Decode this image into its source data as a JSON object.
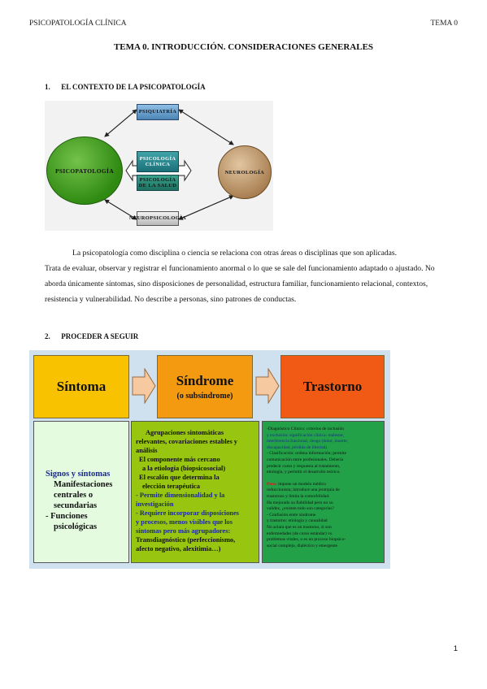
{
  "header": {
    "left": "PSICOPATOLOGÍA CLÍNICA",
    "right": "TEMA 0"
  },
  "title": "TEMA 0. INTRODUCCIÓN. CONSIDERACIONES GENERALES",
  "section1": {
    "number": "1.",
    "title": "EL CONTEXTO DE LA PSICOPATOLOGÍA"
  },
  "diagram1": {
    "psiquiatria": "PSIQUIATRÍA",
    "psicologia_clinica": "PSICOLOGÍA CLÍNICA",
    "psicologia_salud": "PSICOLOGÍA DE LA SALUD",
    "neuropsicologia": "NEUROPSICOLOGÍA",
    "psicopatologia": "PSICOPATOLOGÍA",
    "neurologia": "NEUROLOGÍA"
  },
  "paragraph": {
    "line1": "La psicopatología como disciplina o ciencia se relaciona con otras áreas o disciplinas que son aplicadas.",
    "rest": "Trata de evaluar, observar y registrar el funcionamiento anormal o lo que se sale del funcionamiento adaptado o ajustado. No aborda únicamente síntomas, sino disposiciones de personalidad, estructura familiar, funcionamiento relacional, contextos, resistencia y vulnerabilidad. No describe a personas, sino patrones de conductas."
  },
  "section2": {
    "number": "2.",
    "title": "PROCEDER A SEGUIR"
  },
  "diagram2": {
    "box1": "Síntoma",
    "box2_main": "Síndrome",
    "box2_sub": "(o subsíndrome)",
    "box3": "Trastorno",
    "col1": {
      "line1": "Signos y síntomas",
      "line2": "Manifestaciones",
      "line3": "centrales o",
      "line4": "secundarias",
      "line5": "- Funciones",
      "line6": "psicológicas"
    },
    "col2": {
      "l1": "Agrupaciones sintomáticas",
      "l2": "relevantes, covariaciones estables y",
      "l3": "análisis",
      "l4": "El componente más cercano",
      "l5": "a la etiología (biopsicosocial)",
      "l6": "El escalón que determina la",
      "l7": "elección terapéutica",
      "l8": "- Permite dimensionalidad y la",
      "l9": "investigación",
      "l10": "- Requiere incorporar disposiciones",
      "l11": "y procesos, menos visibles que los",
      "l12": "síntomas pero más agrupadores:",
      "l13": "Transdiagnóstico (perfeccionismo,",
      "l14": "afecto negativo, alexitimia…)"
    },
    "col3": {
      "l1": "-Diagnóstico Clínico: criterios de inclusión",
      "l2": "y exclusión: significación clínica: malestar,",
      "l3": "interferencia funcional, riesgo (dolor, muerte,",
      "l4": "discapacidad, pérdida de libertad)",
      "l5": "- Clasificación: ordena información; permite",
      "l6": "comunicación entre profesionales. Debería",
      "l7": "predecir curso y respuesta al tratamiento,",
      "l8": "etiología, y permitir el desarrollo teórico.",
      "l9_red": "Pero:",
      "l9_rest": " impone un modelo médico",
      "l10": "reduccionista; introduce una jerarquía de",
      "l11": "trastornos y limita la comorbilidad.",
      "l12": "Ha mejorado su fiabilidad pero no su",
      "l13": "validez, ¿existen todo son categorías?",
      "l14": "- Confusión entre síndrome",
      "l15": "y trastorno: etiología y causalidad",
      "l16": "No aclara que es un trastorno, si son",
      "l17": "enfermedades (de curso estándar) vs.",
      "l18": "problemas vitales, o es un proceso biopsico-",
      "l19": "social complejo, dialéctico y emergente"
    }
  },
  "page_number": "1",
  "colors": {
    "box_yellow": "#f9c200",
    "box_orange": "#f49a10",
    "box_red": "#f05a14",
    "col_light": "#e4fbe0",
    "col_lime": "#98c510",
    "col_green": "#22a148",
    "neurologia": "#c29a6c",
    "psicopatologia": "#3e9a1c",
    "teal": "#2f8e96"
  }
}
